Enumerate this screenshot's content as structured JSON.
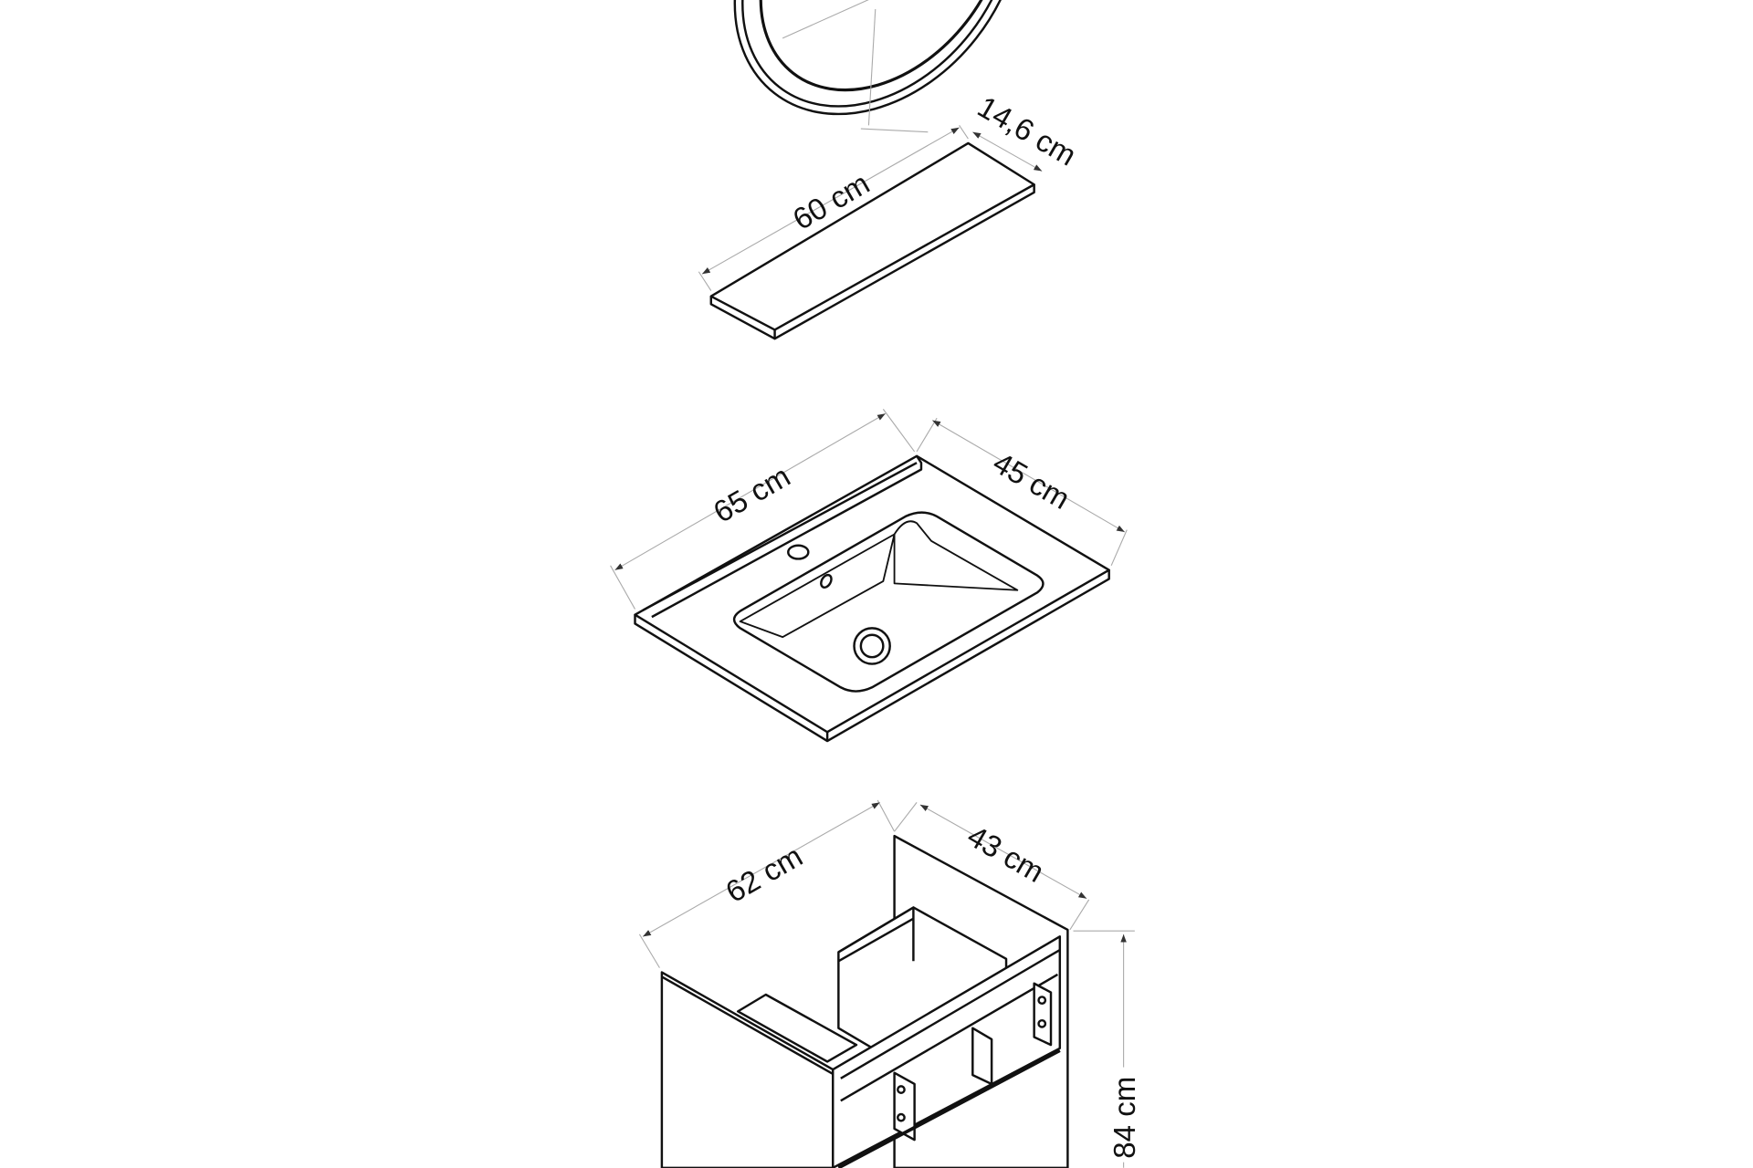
{
  "drawing": {
    "shelf": {
      "width_label": "60 cm",
      "depth_label": "14,6 cm"
    },
    "basin": {
      "width_label": "65 cm",
      "depth_label": "45 cm"
    },
    "cabinet": {
      "width_label": "62 cm",
      "depth_label": "43 cm",
      "height_label": "84 cm"
    },
    "colors": {
      "line": "#111111",
      "dimension": "#aaaaaa",
      "background": "#ffffff"
    }
  }
}
